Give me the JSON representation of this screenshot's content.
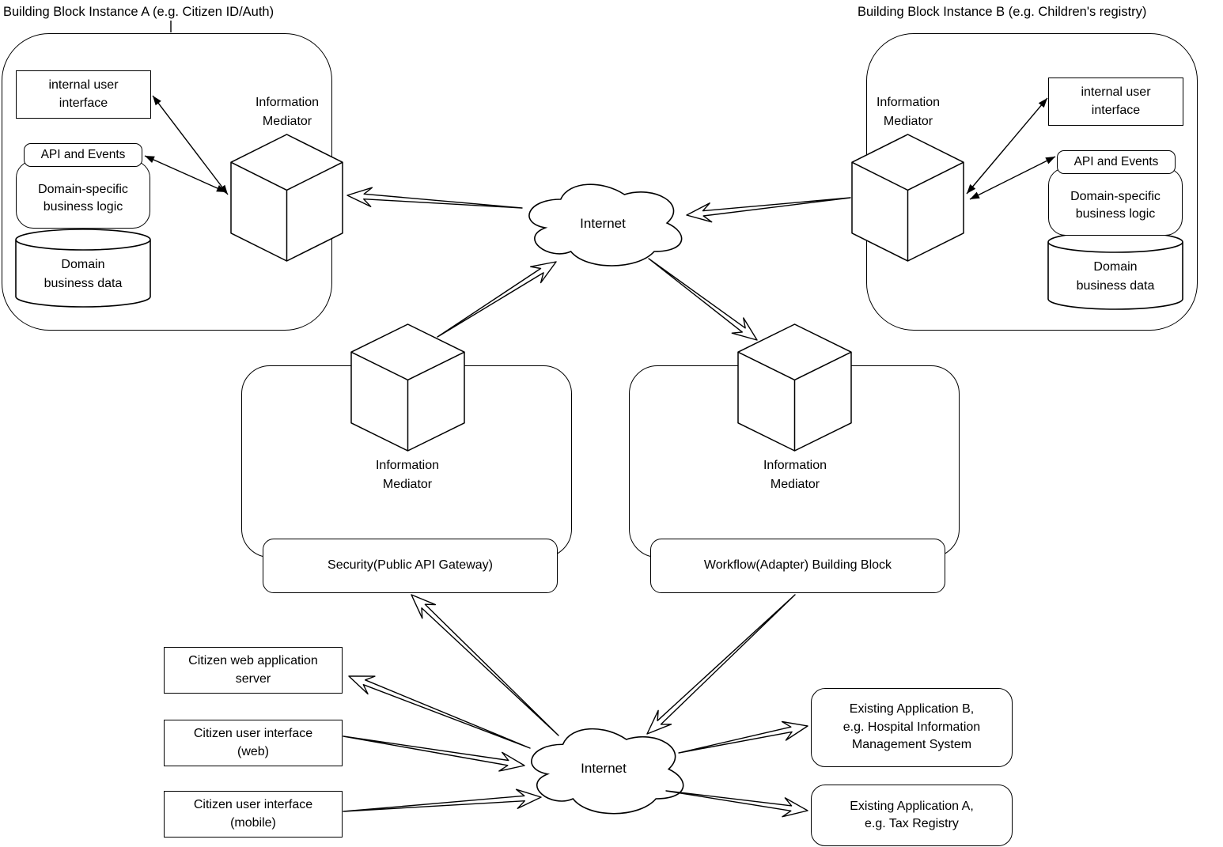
{
  "colors": {
    "stroke": "#000000",
    "background": "#ffffff"
  },
  "diagram": {
    "block_a": {
      "title": "Building Block Instance A (e.g. Citizen ID/Auth)",
      "internal_ui": "internal user\ninterface",
      "api_events": "API and Events",
      "business_logic": "Domain-specific\nbusiness logic",
      "business_data": "Domain\nbusiness data",
      "mediator": "Information\nMediator"
    },
    "block_b": {
      "title": "Building Block Instance B (e.g. Children's registry)",
      "internal_ui": "internal user\ninterface",
      "api_events": "API and Events",
      "business_logic": "Domain-specific\nbusiness logic",
      "business_data": "Domain\nbusiness data",
      "mediator": "Information\nMediator"
    },
    "internet_top": "Internet",
    "internet_bottom": "Internet",
    "security_block": {
      "mediator": "Information\nMediator",
      "label": "Security(Public API Gateway)"
    },
    "workflow_block": {
      "mediator": "Information\nMediator",
      "label": "Workflow(Adapter) Building Block"
    },
    "clients": {
      "web_app_server": "Citizen web application\nserver",
      "ui_web": "Citizen user interface\n(web)",
      "ui_mobile": "Citizen user interface\n(mobile)"
    },
    "existing_apps": {
      "app_b": "Existing Application B,\ne.g. Hospital Information\nManagement System",
      "app_a": "Existing Application A,\ne.g. Tax Registry"
    }
  }
}
